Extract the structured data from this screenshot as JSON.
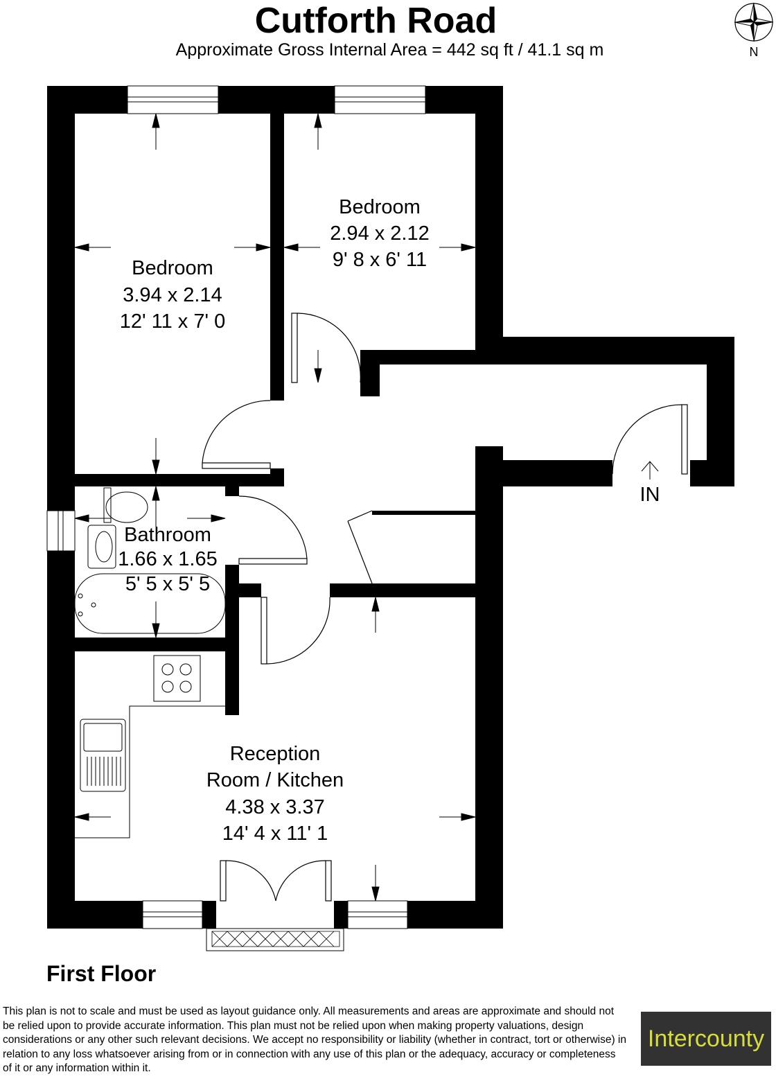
{
  "title": "Cutforth Road",
  "subtitle": "Approximate Gross Internal Area = 442 sq ft / 41.1 sq m",
  "compass_label": "N",
  "floor_label": "First Floor",
  "entrance_label": "IN",
  "rooms": [
    {
      "name": "Bedroom",
      "metric": "3.94 x 2.14",
      "imperial": "12' 11 x 7' 0"
    },
    {
      "name": "Bedroom",
      "metric": "2.94 x 2.12",
      "imperial": "9' 8 x 6' 11"
    },
    {
      "name": "Bathroom",
      "metric": "1.66 x 1.65",
      "imperial": "5' 5 x 5' 5"
    },
    {
      "name": "Reception",
      "name2": "Room / Kitchen",
      "metric": "4.38 x 3.37",
      "imperial": "14' 4 x 11' 1"
    }
  ],
  "disclaimer": "This plan is not to scale and must be used as layout guidance only. All measurements and areas are approximate and should not be relied upon to provide accurate information. This plan must not be relied upon when making property valuations, design considerations or any other such relevant decisions. We accept no responsibility or liability (whether in contract, tort or otherwise) in relation to any loss whatsoever arising from or in connection with any use of this plan or the adequacy, accuracy or completeness of it or any information within it.",
  "logo_text": "Intercounty",
  "colors": {
    "wall": "#000000",
    "logo_bg": "#333232",
    "logo_text": "#d7de3a"
  }
}
